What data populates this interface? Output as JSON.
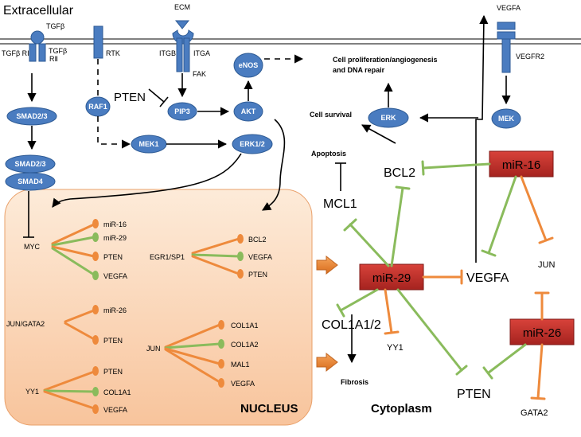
{
  "regions": {
    "extracellular": "Extracellular",
    "nucleus": "NUCLEUS",
    "cytoplasm": "Cytoplasm"
  },
  "membrane": {
    "tgfb": "TGFβ",
    "tgfb_r1": "TGFβ RI",
    "tgfb_r2_line1": "TGFβ",
    "tgfb_r2_line2": "RⅡ",
    "rtk": "RTK",
    "ecm": "ECM",
    "itgb": "ITGB",
    "itga": "ITGA",
    "fak": "FAK",
    "vegfa": "VEGFA",
    "vegfr2": "VEGFR2"
  },
  "signaling": {
    "smad23": "SMAD2/3",
    "smad23_b": "SMAD2/3",
    "smad4": "SMAD4",
    "raf1": "RAF1",
    "mek1": "MEK1",
    "pten": "PTEN",
    "pip3": "PIP3",
    "akt": "AKT",
    "enos": "eNOS",
    "erk12": "ERK1/2",
    "erk": "ERK",
    "mek": "MEK"
  },
  "outcomes": {
    "prolif_line1": "Cell proliferation/angiogenesis",
    "prolif_line2": "and DNA repair",
    "survival": "Cell survival",
    "apoptosis": "Apoptosis",
    "fibrosis": "Fibrosis"
  },
  "nucleus": {
    "myc": "MYC",
    "myc_targets": [
      "miR-16",
      "miR-29",
      "PTEN",
      "VEGFA"
    ],
    "egr1": "EGR1/SP1",
    "egr1_targets": [
      "BCL2",
      "VEGFA",
      "PTEN"
    ],
    "jun_gata2": "JUN/GATA2",
    "jun_gata2_targets": [
      "miR-26",
      "PTEN"
    ],
    "jun": "JUN",
    "jun_targets": [
      "COL1A1",
      "COL1A2",
      "MAL1",
      "VEGFA"
    ],
    "yy1": "YY1",
    "yy1_targets": [
      "PTEN",
      "COL1A1",
      "VEGFA"
    ]
  },
  "cytoplasm": {
    "mir29": "miR-29",
    "mir16": "miR-16",
    "mir26": "miR-26",
    "bcl2": "BCL2",
    "mcl1": "MCL1",
    "vegfa": "VEGFA",
    "jun": "JUN",
    "col1a1_2": "COL1A1/2",
    "yy1": "YY1",
    "pten": "PTEN",
    "gata2": "GATA2"
  },
  "colors": {
    "node_fill": "#4a7cc0",
    "node_stroke": "#2d5a94",
    "mirna_box": "#c0302a",
    "activation_arrow": "#ee8a3c",
    "inhibition_green": "#8abb5c",
    "nucleus_fill": "#fbd2b0"
  }
}
